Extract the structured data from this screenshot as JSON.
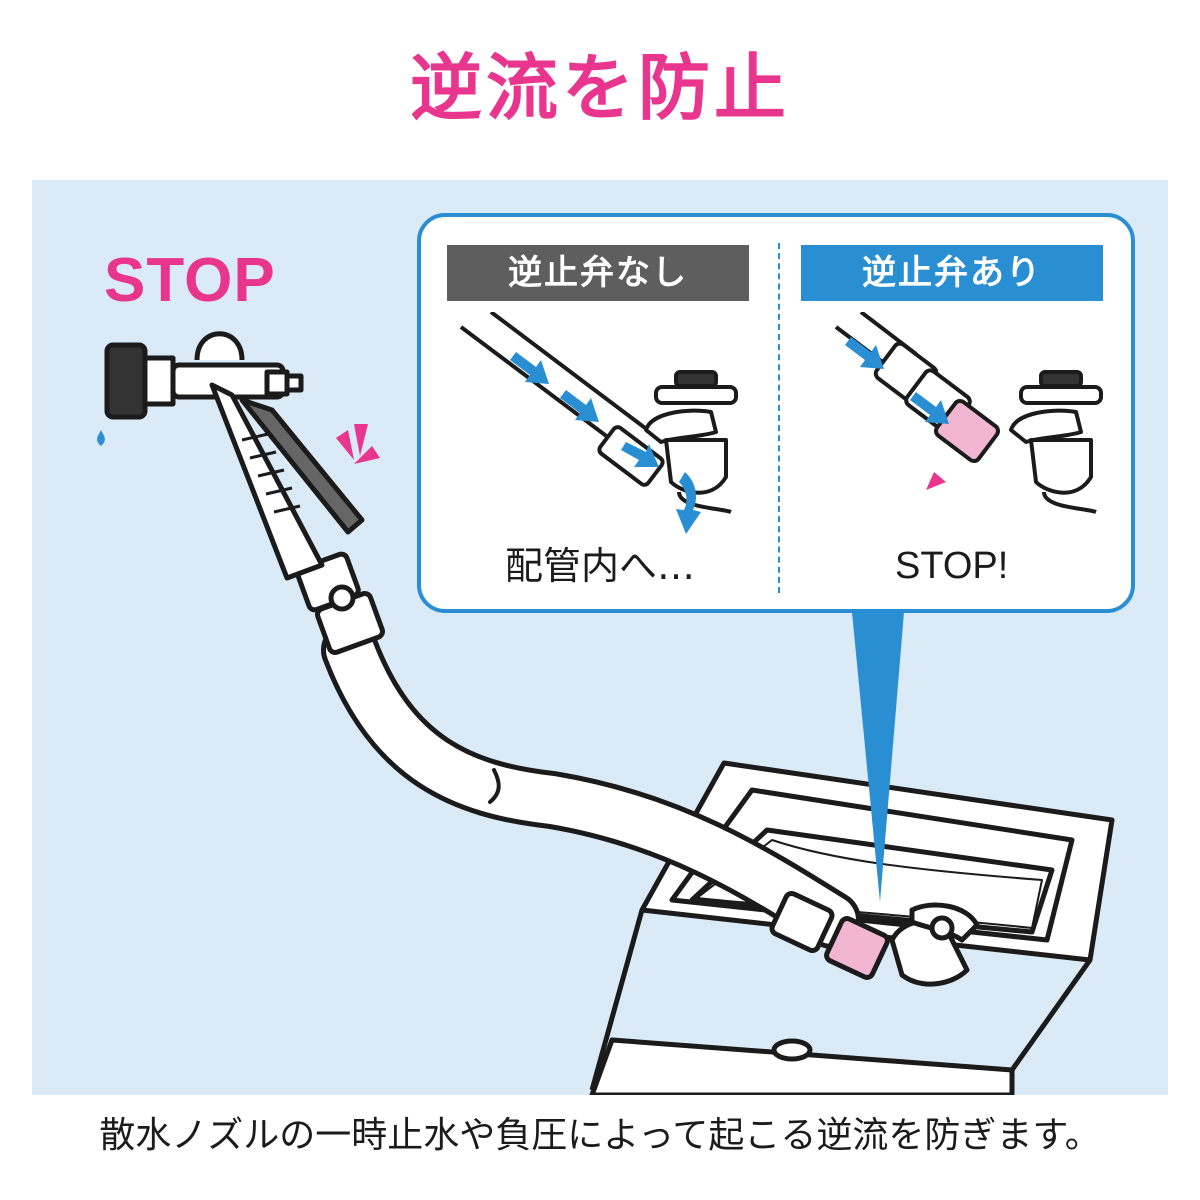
{
  "title": "逆流を防止",
  "stop_label": "STOP",
  "panel": {
    "left_tab": "逆止弁なし",
    "right_tab": "逆止弁あり",
    "left_caption": "配管内へ…",
    "right_caption": "STOP!"
  },
  "caption": "散水ノズルの一時止水や負圧によって起こる逆流を防ぎます。",
  "colors": {
    "title_pink": "#e8368f",
    "accent_blue": "#2a8ed3",
    "scene_bg": "#daeaf7",
    "tab_gray": "#5e5e5e",
    "valve_pink": "#e8368f"
  }
}
